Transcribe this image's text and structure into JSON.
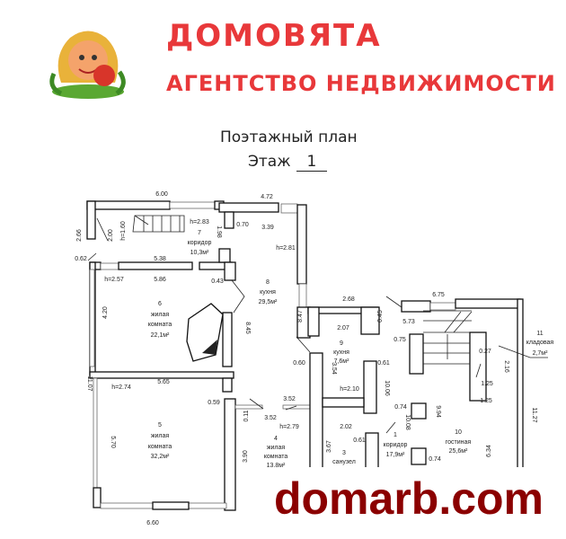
{
  "brand": {
    "name": "ДОМОВЯТА",
    "subtitle": "АГЕНТСТВО НЕДВИЖИМОСТИ",
    "color": "#e8383a"
  },
  "plan": {
    "title": "Поэтажный план",
    "floor_label": "Этаж",
    "floor_number": "1",
    "rooms": [
      {
        "num": "7",
        "name": "коридор",
        "area": "10,3м²",
        "height": "h=2.83"
      },
      {
        "num": "8",
        "name": "кухня",
        "area": "29,5м²",
        "height": "h=2.81"
      },
      {
        "num": "6",
        "name": "жилая",
        "name2": "комната",
        "area": "22,1м²",
        "height": "h=2.57"
      },
      {
        "num": "9",
        "name": "кухня",
        "area": "7,6м²",
        "height": "h=2.10"
      },
      {
        "num": "11",
        "name": "кладовая",
        "area": "2,7м²"
      },
      {
        "num": "1",
        "name": "коридор",
        "area": "17,9м²"
      },
      {
        "num": "10",
        "name": "гостиная",
        "area": "25,6м²"
      },
      {
        "num": "3",
        "name": "санузел"
      },
      {
        "num": "5",
        "name": "жилая",
        "name2": "комната",
        "area": "32,2м²",
        "height": "h=2.74"
      },
      {
        "num": "4",
        "name": "жилая",
        "name2": "комната",
        "area": "13,8м²",
        "height": "h=2.79"
      }
    ],
    "stair_height": "h=1.60",
    "dims": [
      "6.00",
      "4.72",
      "2.66",
      "2.00",
      "1.98",
      "0.70",
      "3.39",
      "5.38",
      "0.62",
      "5.86",
      "0.43",
      "4.20",
      "8.45",
      "8.47",
      "2.68",
      "6.75",
      "2.07",
      "0.45",
      "5.73",
      "0.75",
      "0.27",
      "0.60",
      "0.61",
      "3.54",
      "2.16",
      "10.06",
      "1.25",
      "1.25",
      "11.27",
      "0.74",
      "9.94",
      "2.02",
      "10.08",
      "0.61",
      "3.67",
      "0.74",
      "6.34",
      "11.07",
      "5.65",
      "0.59",
      "3.52",
      "0.11",
      "3.52",
      "5.70",
      "3.90",
      "6.60"
    ]
  },
  "watermark": {
    "text": "domarb.com",
    "color": "#8b0000"
  }
}
